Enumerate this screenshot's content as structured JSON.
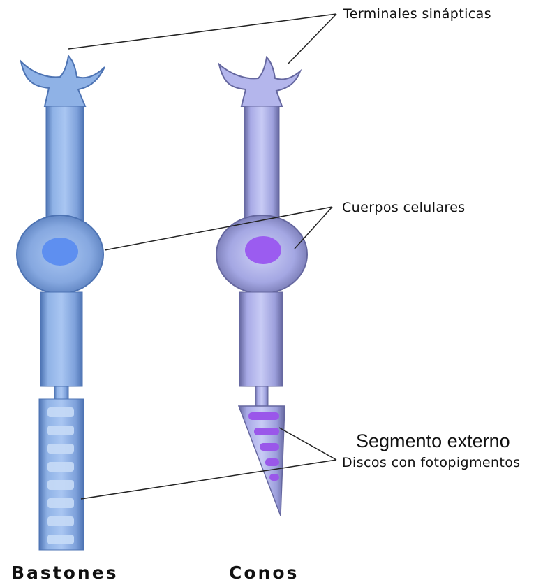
{
  "labels": {
    "synaptic_terminals": "Terminales sinápticas",
    "cell_bodies": "Cuerpos celulares",
    "outer_segment": "Segmento externo",
    "photopigment_discs": "Discos con fotopigmentos"
  },
  "cells": {
    "rods": {
      "title": "Bastones"
    },
    "cones": {
      "title": "Conos"
    }
  },
  "colors": {
    "rod_fill": "#8fb2e6",
    "rod_dark": "#4d73b3",
    "rod_nucleus": "#5e8ff0",
    "cone_fill": "#b4b6ec",
    "cone_dark": "#65679f",
    "cone_nucleus": "#9b5cf0",
    "cone_disc": "#9a57ea",
    "leader_line": "#222222"
  }
}
